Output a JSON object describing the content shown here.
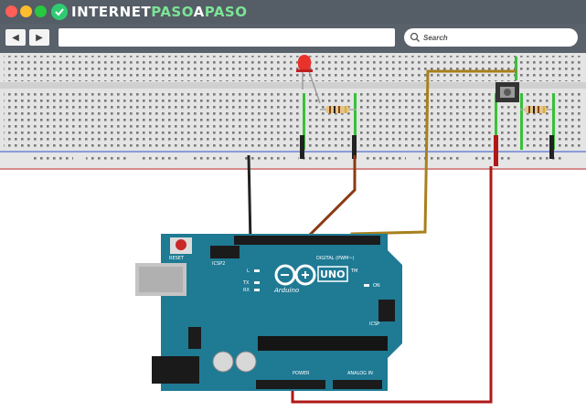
{
  "browser": {
    "site_name_a": "INTERNET",
    "site_name_b": "PASO",
    "site_name_c": "A",
    "site_name_d": "PASO",
    "back_icon": "left-arrow-icon",
    "forward_icon": "right-arrow-icon",
    "url_value": "",
    "search_placeholder": "Search"
  },
  "board": {
    "reset_label": "RESET",
    "icsp_label": "ICSP2",
    "l_label": "L",
    "tx_label": "TX",
    "rx_label": "RX",
    "digital_label": "DIGITAL (PWM~)",
    "brand_label": "Arduino",
    "model_label": "UNO",
    "on_label": "ON",
    "icsp1_label": "ICSP",
    "power_label": "POWER",
    "analog_label": "ANALOG IN",
    "tm_label": "TM"
  },
  "colors": {
    "board_blue": "#1f7a94",
    "wire_black": "#222222",
    "wire_brown": "#8b3a14",
    "wire_gold": "#a8801e",
    "wire_red": "#b01818",
    "led_red": "#e8322b"
  }
}
